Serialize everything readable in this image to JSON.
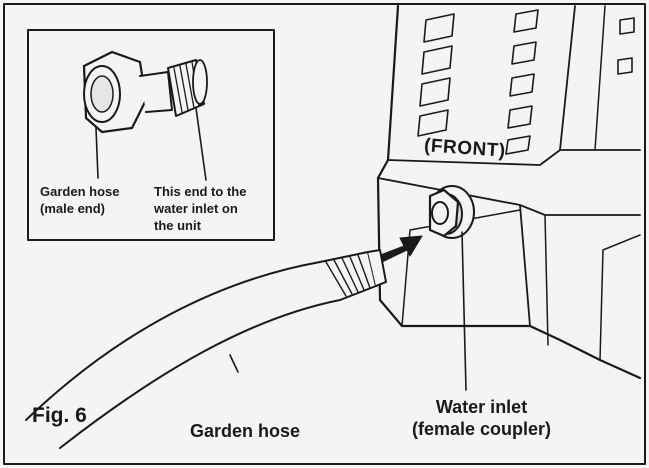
{
  "figure_label": "Fig. 6",
  "inset": {
    "male_end_label_line1": "Garden hose",
    "male_end_label_line2": "(male end)",
    "inlet_end_label_line1": "This end to the",
    "inlet_end_label_line2": "water inlet on",
    "inlet_end_label_line3": "the unit"
  },
  "front_label": "(FRONT)",
  "garden_hose_label": "Garden hose",
  "water_inlet_label_line1": "Water inlet",
  "water_inlet_label_line2": "(female coupler)",
  "colors": {
    "ink": "#1a1a1a",
    "paper": "#f4f4f2",
    "shade": "#cfcfcf"
  }
}
